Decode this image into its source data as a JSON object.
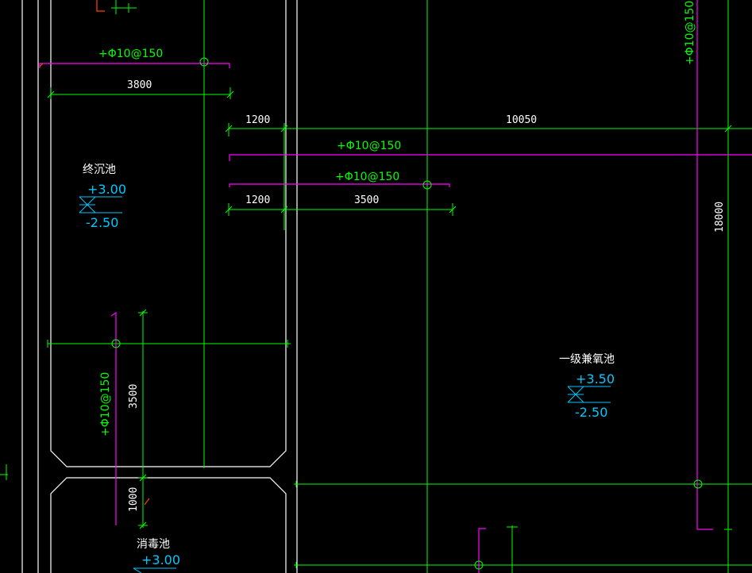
{
  "drawing": {
    "colors": {
      "background": "#000000",
      "wall": "#ffffff",
      "axis": "#00ff00",
      "rebar": "#ff00ff",
      "elevation": "#00c8ff",
      "marker": "#ff4400"
    },
    "rooms": {
      "final_settling": {
        "name": "终沉池",
        "top_level": "+3.00",
        "bottom_level": "-2.50"
      },
      "anoxic": {
        "name": "一级兼氧池",
        "top_level": "+3.50",
        "bottom_level": "-2.50"
      },
      "disinfection": {
        "name": "消毒池",
        "top_level": "+3.00"
      }
    },
    "dimensions": {
      "d_3800": "3800",
      "d_1200_top": "1200",
      "d_10050": "10050",
      "d_1200_bottom": "1200",
      "d_3500_h": "3500",
      "d_3500_v": "3500",
      "d_1000": "1000",
      "d_18000": "18000"
    },
    "rebar_labels": {
      "r1": "+Φ10@150",
      "r2": "+Φ10@150",
      "r3": "+Φ10@150",
      "r4": "+Φ10@150",
      "r5": "+Φ10@150"
    }
  }
}
